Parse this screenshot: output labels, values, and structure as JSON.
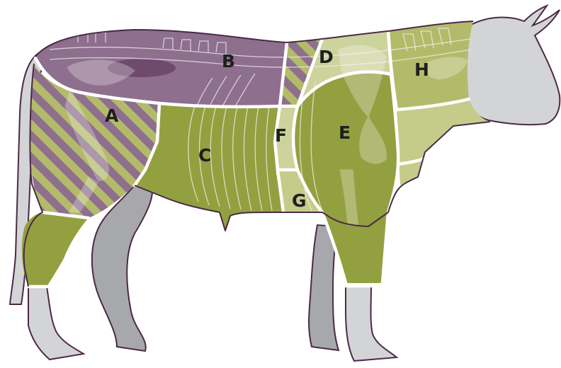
{
  "colors": {
    "purple": "#8e6f8e",
    "purple_dark": "#6e4a6c",
    "green": "#93a040",
    "green_mid": "#b3bb6a",
    "green_light": "#cdd39c",
    "gray_leg": "#a7a8ab",
    "gray_light": "#d3d4d6",
    "outline": "#4b2a45"
  },
  "segments": [
    {
      "id": "A",
      "label": "A"
    },
    {
      "id": "B",
      "label": "B"
    },
    {
      "id": "C",
      "label": "C"
    },
    {
      "id": "D",
      "label": "D"
    },
    {
      "id": "E",
      "label": "E"
    },
    {
      "id": "F",
      "label": "F"
    },
    {
      "id": "G",
      "label": "G"
    },
    {
      "id": "H",
      "label": "H"
    }
  ]
}
